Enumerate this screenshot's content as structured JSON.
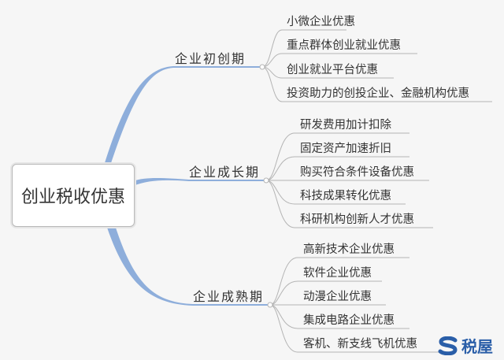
{
  "root": {
    "label": "创业税收优惠"
  },
  "branches": [
    {
      "label": "企业初创期",
      "leaves": [
        "小微企业优惠",
        "重点群体创业就业优惠",
        "创业就业平台优惠",
        "投资助力的创投企业、金融机构优惠"
      ]
    },
    {
      "label": "企业成长期",
      "leaves": [
        "研发费用加计扣除",
        "固定资产加速折旧",
        "购买符合条件设备优惠",
        "科技成果转化优惠",
        "科研机构创新人才优惠"
      ]
    },
    {
      "label": "企业成熟期",
      "leaves": [
        "高新技术企业优惠",
        "软件企业优惠",
        "动漫企业优惠",
        "集成电路企业优惠",
        "客机、新支线飞机优惠"
      ]
    }
  ],
  "watermark": {
    "label": "税屋"
  },
  "colors": {
    "branch_line": "#8eaedb",
    "leaf_line": "#b4b4b4"
  }
}
